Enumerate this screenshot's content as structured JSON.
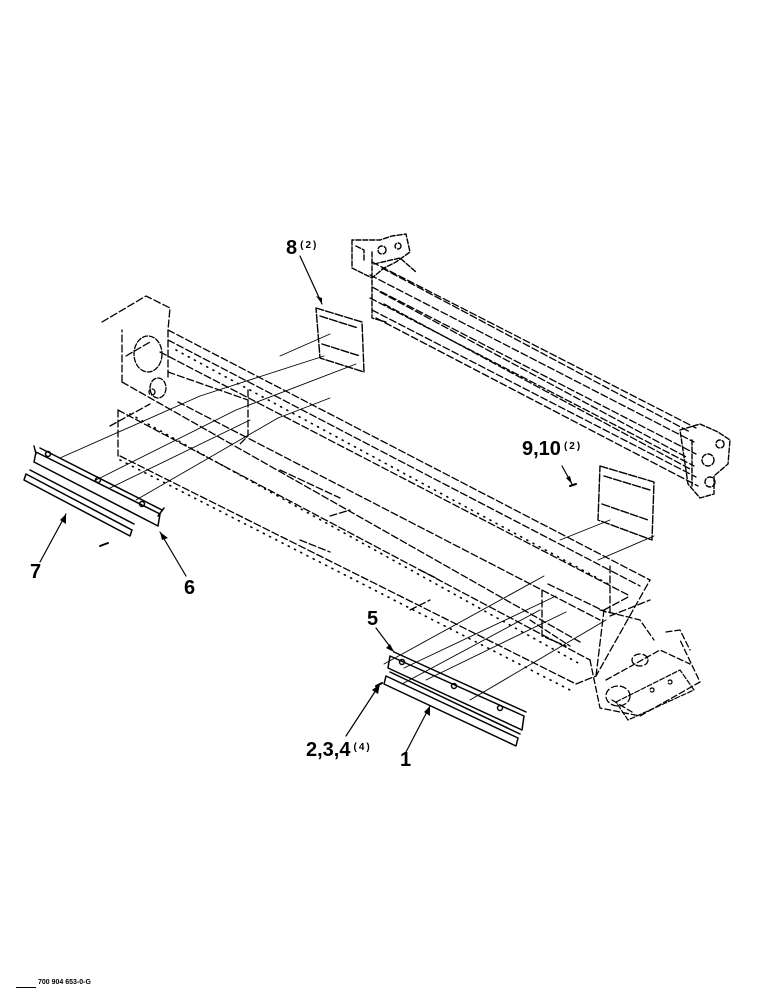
{
  "diagram": {
    "callouts": [
      {
        "id": "c8",
        "num": "8",
        "qty": "(2)"
      },
      {
        "id": "c910",
        "num": "9,10",
        "qty": "(2)"
      },
      {
        "id": "c7",
        "num": "7",
        "qty": ""
      },
      {
        "id": "c6",
        "num": "6",
        "qty": ""
      },
      {
        "id": "c5",
        "num": "5",
        "qty": ""
      },
      {
        "id": "c234",
        "num": "2,3,4",
        "qty": "(4)"
      },
      {
        "id": "c1",
        "num": "1",
        "qty": ""
      }
    ],
    "drawing_code": "700 904 653-0-G",
    "colors": {
      "ink": "#000000",
      "paper": "#ffffff"
    }
  }
}
